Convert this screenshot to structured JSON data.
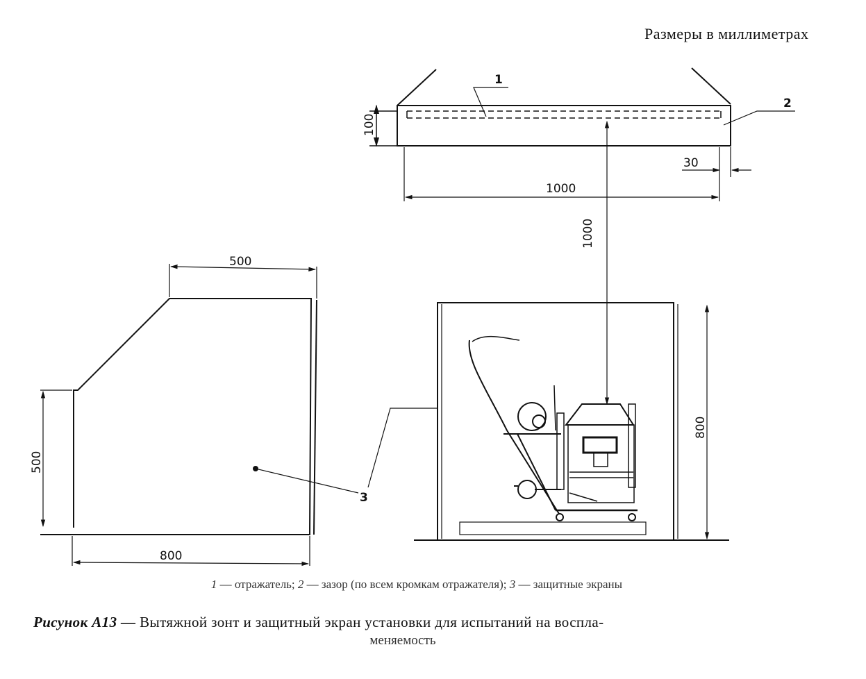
{
  "units_note": "Размеры в миллиметрах",
  "dimensions": {
    "hood_height": "100",
    "gap": "30",
    "hood_width": "1000",
    "hood_elevation": "1000",
    "screen_top_width": "500",
    "screen_side_height": "500",
    "screen_bottom_width": "800",
    "screen_height": "800"
  },
  "callouts": {
    "reflector": "1",
    "gap": "2",
    "screens": "3"
  },
  "legend": {
    "n1": "1",
    "t1": " — отражатель; ",
    "n2": "2",
    "t2": " — зазор (по всем кромкам отражателя); ",
    "n3": "3",
    "t3": " — защитные экраны"
  },
  "caption": {
    "label": "Рисунок А13 —",
    "text": " Вытяжной зонт и защитный экран установки для испытаний на воспла-",
    "text_cont": "меняемость"
  }
}
